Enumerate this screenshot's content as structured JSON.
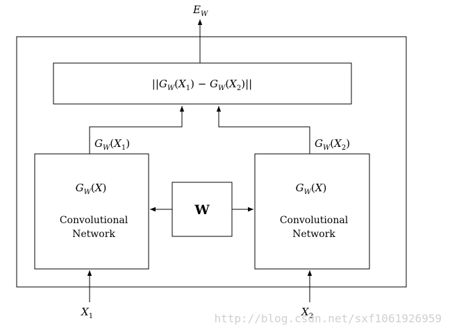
{
  "diagram": {
    "output_label": "E_W",
    "distance_formula": "||G_W(X₁) − G_W(X₂)||",
    "left_feature_label": "G_W(X₁)",
    "right_feature_label": "G_W(X₂)",
    "left_network": {
      "function": "G_W(X)",
      "line1": "Convolutional",
      "line2": "Network"
    },
    "right_network": {
      "function": "G_W(X)",
      "line1": "Convolutional",
      "line2": "Network"
    },
    "shared_weights_label": "W",
    "input_left_label": "X₁",
    "input_right_label": "X₂",
    "watermark": "http://blog.csdn.net/sxf1061926959"
  }
}
